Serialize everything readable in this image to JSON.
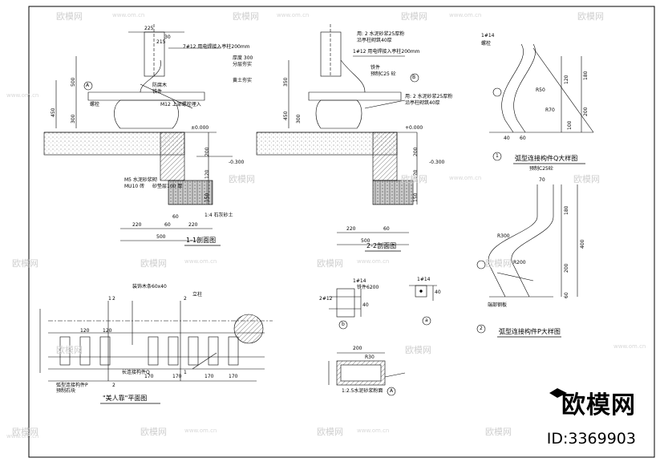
{
  "drawing": {
    "section_1_title": "1-1剖面图",
    "section_2_title": "2-2剖面图",
    "plan_title": "\"美人靠\"平面图",
    "detail_q_title": "弧型连接构件Q大样图",
    "detail_q_subtitle": "预制C25砼",
    "detail_p_title": "弧型连接构件P大样图"
  },
  "section_1": {
    "dims_vertical": [
      "500",
      "450",
      "300",
      "200",
      "120",
      "150"
    ],
    "dims_horizontal": [
      "220",
      "60",
      "220",
      "60",
      "500",
      "225",
      "30",
      "215"
    ],
    "notes": [
      "7#12 用电焊接入亭柱200mm",
      "防腐木",
      "铁件",
      "M12 上部螺栓埋入",
      "螺栓",
      "M5 水泥砂浆砌",
      "MU10 砖",
      "砂垫层100 厚",
      "1:4 石灰砂土",
      "±0.000",
      "-0.300"
    ],
    "marker_a": "A"
  },
  "section_2": {
    "notes_right": [
      "用: 2 水泥砂浆25厚粉",
      "沿亭柱砌筑40厚",
      "铁件",
      "1#12 用电焊接入亭柱200mm",
      "预制C25 砼",
      "厚度 300",
      "分层夯实",
      "黄土夯实",
      "用: 2 水泥砂浆25厚粉",
      "沿亭柱砌筑40厚"
    ],
    "dims": [
      "350",
      "450",
      "300",
      "200",
      "120",
      "150",
      "500",
      "220",
      "60"
    ],
    "levels": [
      "+0.000",
      "-0.300"
    ],
    "marker_b": "B"
  },
  "detail_q": {
    "labels": [
      "1#14",
      "螺栓",
      "R50",
      "R70",
      "120",
      "180",
      "200",
      "40",
      "60",
      "100"
    ],
    "marker": "1"
  },
  "detail_p": {
    "labels": [
      "R300",
      "R200",
      "180",
      "200",
      "400",
      "70",
      "60",
      "端部钢板"
    ],
    "marker": "2"
  },
  "plan": {
    "dims_top": [
      "120",
      "120",
      "2"
    ],
    "dims_bottom": [
      "170",
      "170",
      "170",
      "170"
    ],
    "labels": [
      "装饰木条60x40",
      "立柱",
      "长连接构件Q",
      "弧型连接构件P",
      "预制石块"
    ],
    "section_marks": [
      "1",
      "1",
      "2",
      "2"
    ]
  },
  "detail_b": {
    "labels": [
      "1#14",
      "2#12",
      "铁件6200",
      "40"
    ],
    "marker": "b"
  },
  "detail_a": {
    "labels": [
      "1#14",
      "40",
      "200",
      "R30",
      "1:2.5水泥砂浆粉面"
    ],
    "marker": "a",
    "marker_big": "A"
  },
  "watermark": {
    "text": "欧模网",
    "url": "www.om.cn",
    "brand": "欧模网",
    "id_text": "ID:3369903"
  }
}
